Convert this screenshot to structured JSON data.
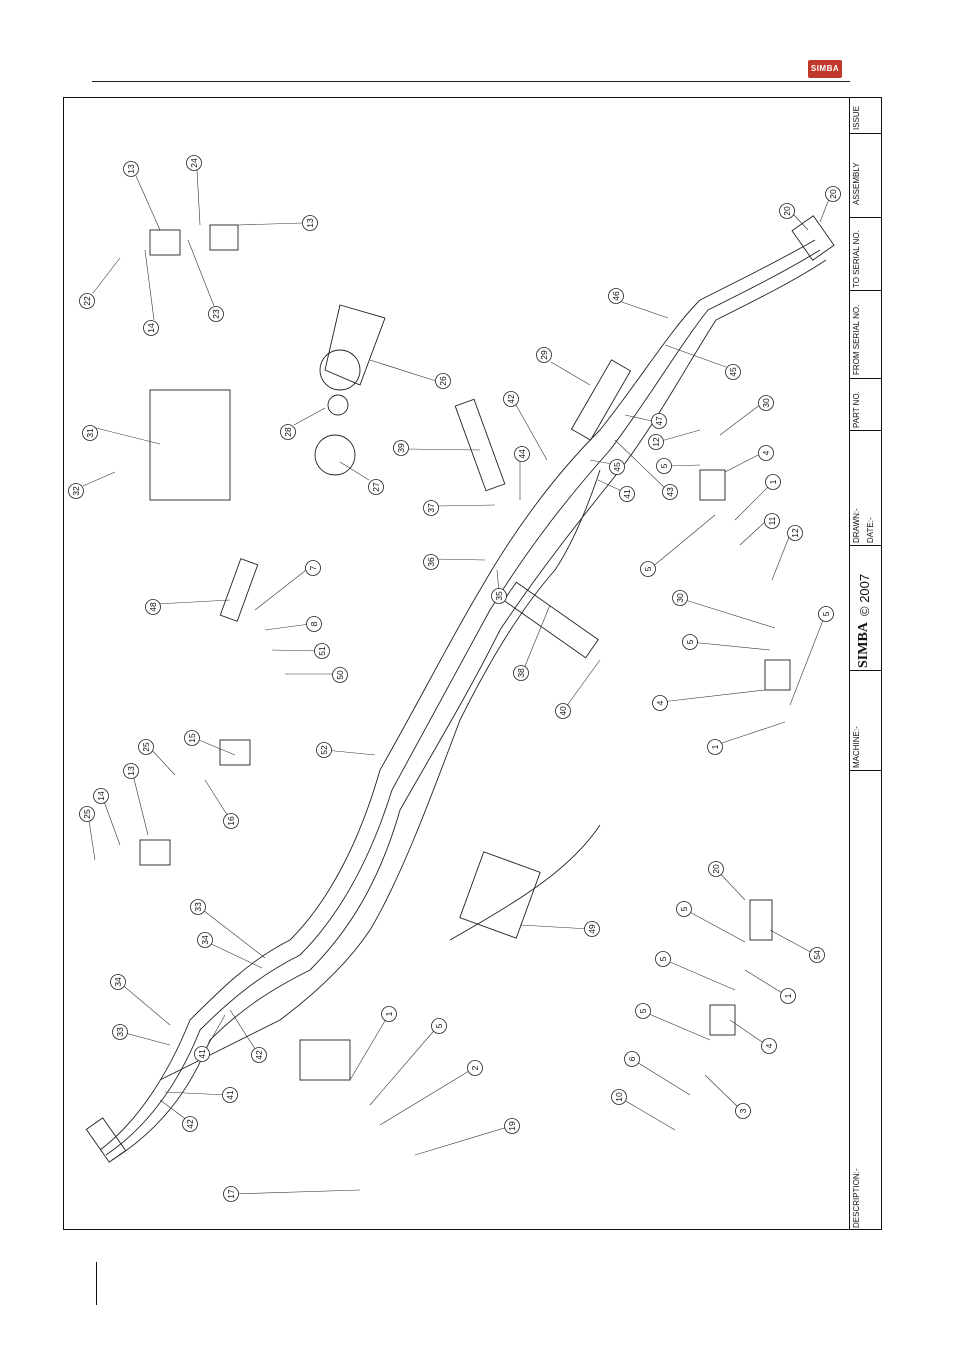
{
  "header": {
    "logo_text": "SIMBA"
  },
  "title_block": {
    "issue": "ISSUE",
    "assembly": "ASSEMBLY",
    "to_serial": "TO SERIAL NO.",
    "from_serial": "FROM SERIAL NO.",
    "part_no": "PART NO.",
    "drawn": "DRAWN:-",
    "date": "DATE:-",
    "simba": "SIMBA",
    "copyright": "© 2007",
    "machine": "MACHINE:-",
    "description": "DESCRIPTION:-"
  },
  "callouts": [
    "13",
    "24",
    "13",
    "22",
    "14",
    "23",
    "26",
    "28",
    "27",
    "31",
    "32",
    "29",
    "46",
    "45",
    "20",
    "20",
    "42",
    "39",
    "37",
    "44",
    "47",
    "12",
    "30",
    "5",
    "4",
    "1",
    "5",
    "11",
    "43",
    "45",
    "41",
    "36",
    "35",
    "7",
    "48",
    "8",
    "51",
    "50",
    "12",
    "30",
    "5",
    "4",
    "5",
    "1",
    "38",
    "40",
    "52",
    "15",
    "25",
    "13",
    "16",
    "14",
    "25",
    "33",
    "34",
    "34",
    "33",
    "41",
    "42",
    "41",
    "42",
    "49",
    "20",
    "5",
    "54",
    "5",
    "1",
    "5",
    "4",
    "6",
    "3",
    "10",
    "1",
    "5",
    "2",
    "19",
    "17"
  ]
}
